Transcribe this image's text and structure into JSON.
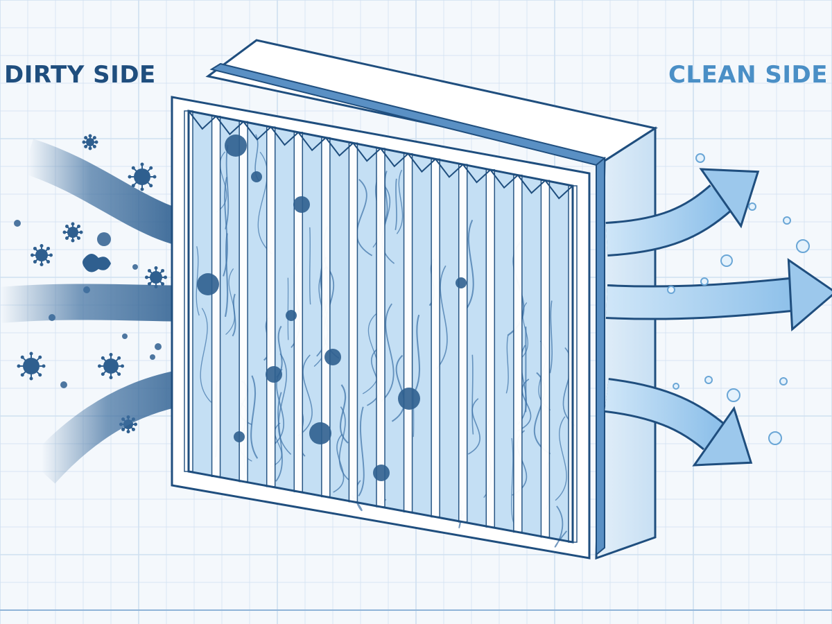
{
  "labels": {
    "dirty_side": "DIRTY SIDE",
    "clean_side": "CLEAN SIDE"
  },
  "colors": {
    "background": "#f4f8fc",
    "grid": "#cfdff0",
    "outline": "#1f4e7e",
    "dirty_arrow": "#3f6f9f",
    "clean_arrow": "#9cc8ec",
    "particle_dark": "#2f5f8f",
    "particle_light": "#a8d0ee",
    "filter_frame": "#ffffff",
    "filter_media": "#b9d8f1",
    "filter_side": "#d6e8f8"
  },
  "icons": {
    "dirty_particles": "virus-and-dust-particles",
    "clean_particles": "small-clean-bubbles",
    "filter": "pleated-air-filter"
  },
  "counts": {
    "dirty_arrows": 3,
    "clean_arrows": 3
  }
}
